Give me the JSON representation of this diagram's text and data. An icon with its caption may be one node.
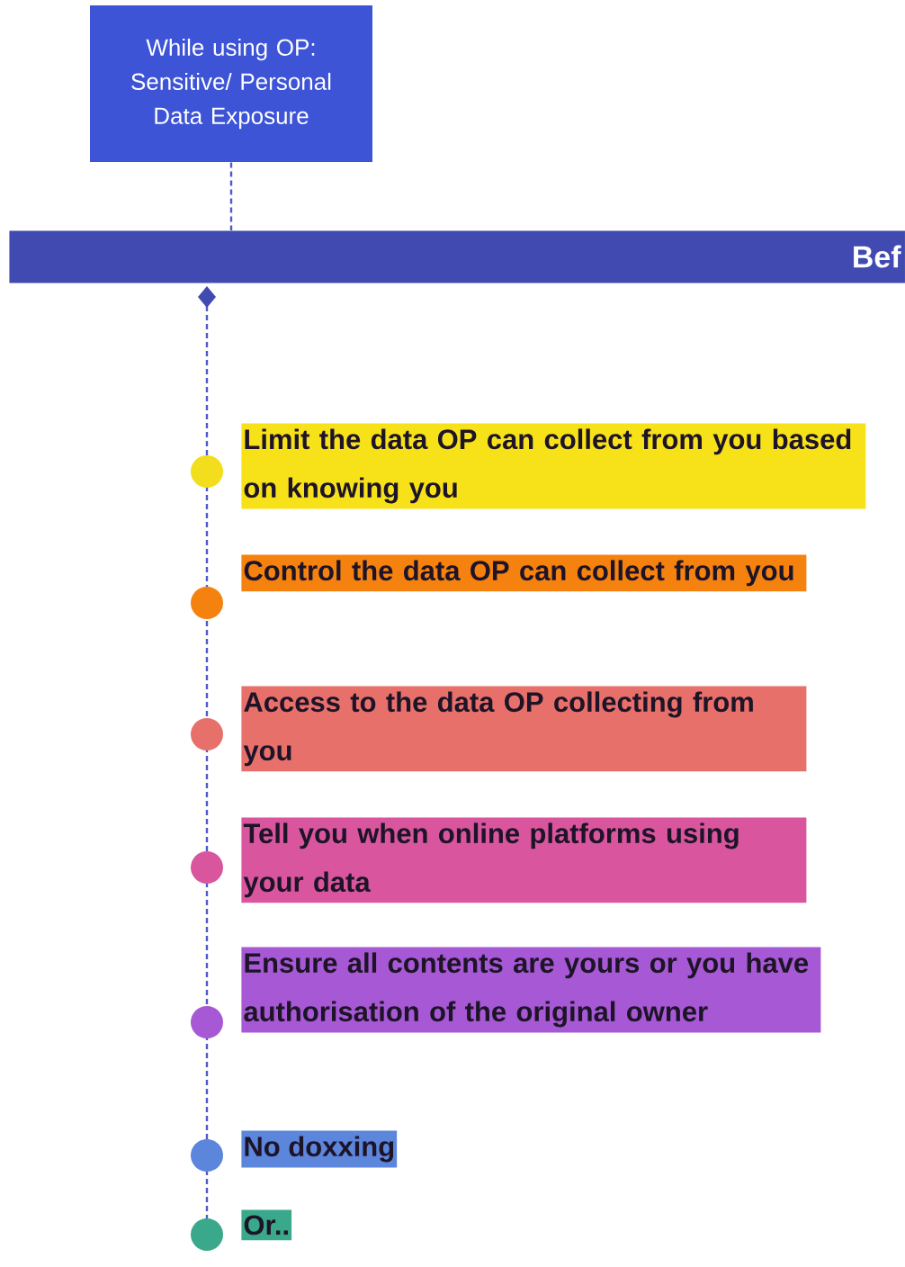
{
  "diagram": {
    "nodes": [
      {
        "text": [
          "While using OP: Sensitive/ Personal Data Exposure"
        ]
      },
      {
        "text": [
          "Bef"
        ]
      },
      {
        "text": [
          "Limit the data OP can collect from you based on knowing you"
        ]
      },
      {
        "text": [
          "Control the data OP can collect from you"
        ]
      },
      {
        "text": [
          "Access to the data OP collecting from you"
        ]
      },
      {
        "text": [
          "Tell you when online platforms using your data"
        ]
      },
      {
        "text": [
          "Ensure all contents are yours or you have authorisation of the original owner"
        ]
      },
      {
        "text": [
          "No doxxing"
        ]
      },
      {
        "text": [
          "Or.."
        ]
      }
    ],
    "edges": [
      {
        "from": 0,
        "to": 1,
        "arrow": "none",
        "style": "dashed"
      }
    ]
  }
}
